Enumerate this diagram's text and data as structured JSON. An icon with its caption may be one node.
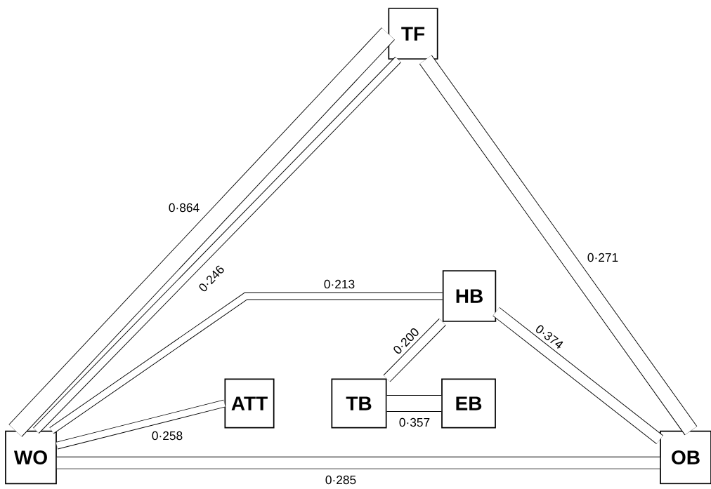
{
  "diagram": {
    "nodes": [
      {
        "text": [
          "TF"
        ]
      },
      {
        "text": [
          "HB"
        ]
      },
      {
        "text": [
          "ATT"
        ]
      },
      {
        "text": [
          "TB"
        ]
      },
      {
        "text": [
          "EB"
        ]
      },
      {
        "text": [
          "WO"
        ]
      },
      {
        "text": [
          "OB"
        ]
      }
    ],
    "edges": [
      {
        "from": 0,
        "to": 5,
        "arrow": "none",
        "label": "0·864"
      },
      {
        "from": 0,
        "to": 6,
        "arrow": "none",
        "label": "0·271"
      },
      {
        "from": 0,
        "to": 5,
        "arrow": "none",
        "label": "0·246"
      },
      {
        "from": 1,
        "to": 5,
        "arrow": "none",
        "label": "0·213"
      },
      {
        "from": 1,
        "to": 6,
        "arrow": "none",
        "label": "0·374"
      },
      {
        "from": 3,
        "to": 1,
        "arrow": "none",
        "label": "0·200"
      },
      {
        "from": 3,
        "to": 4,
        "arrow": "none",
        "label": "0·357"
      },
      {
        "from": 2,
        "to": 5,
        "arrow": "none",
        "label": "0·258"
      },
      {
        "from": 6,
        "to": 5,
        "arrow": "none",
        "label": "0·285"
      }
    ]
  }
}
